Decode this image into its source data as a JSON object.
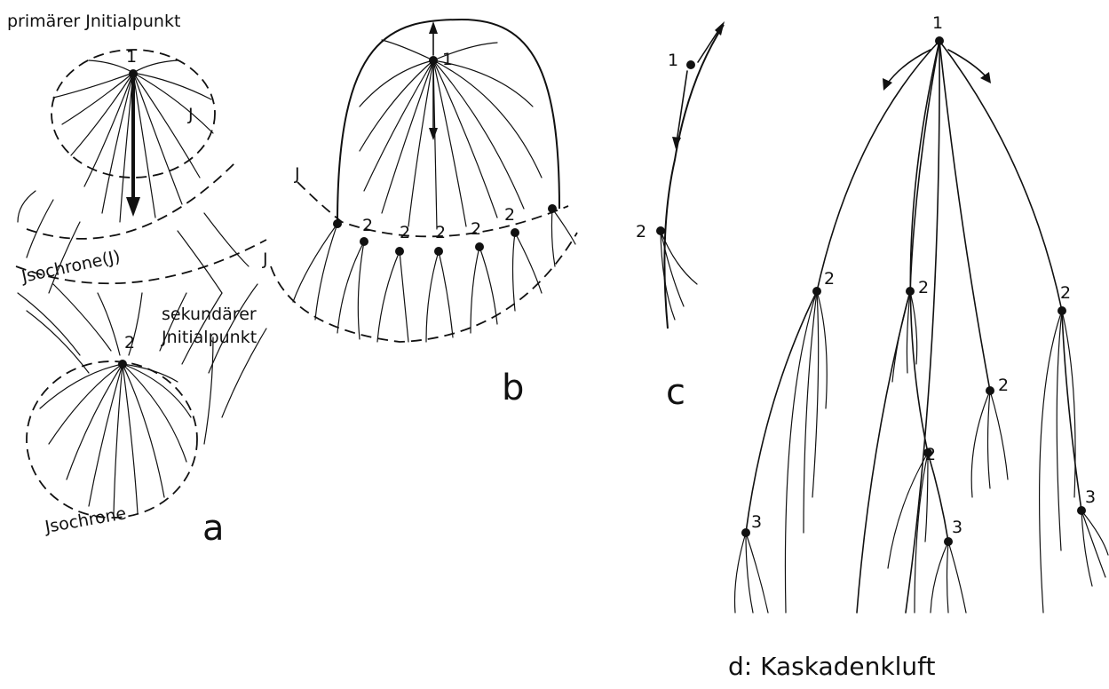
{
  "panel_a": {
    "primary_label": "primärer Jnitialpunkt",
    "point1": "1",
    "j_label": "J",
    "isochrone_top": "Jsochrone(J)",
    "secondary_label_1": "sekundärer",
    "secondary_label_2": "Jnitialpunkt",
    "point2": "2",
    "isochrone_bottom": "Jsochrone",
    "letter": "a"
  },
  "panel_b": {
    "point1": "1",
    "j_upper": "J",
    "j_lower": "J",
    "points2": [
      "2",
      "2",
      "2",
      "2",
      "2"
    ],
    "letter": "b"
  },
  "panel_c": {
    "point1": "1",
    "point2": "2",
    "letter": "c"
  },
  "panel_d": {
    "point1": "1",
    "points2": [
      "2",
      "2",
      "2",
      "2",
      "2"
    ],
    "points3": [
      "3",
      "3",
      "3"
    ],
    "caption": "d: Kaskadenkluft"
  }
}
